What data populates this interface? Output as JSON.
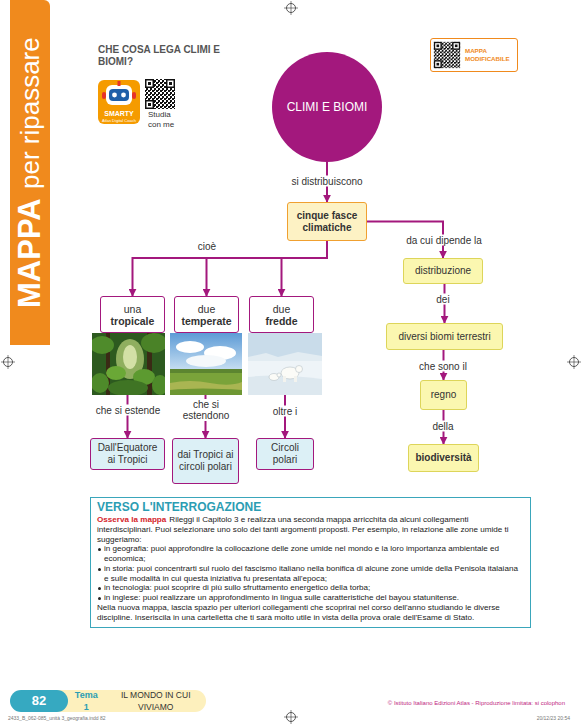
{
  "diagram": {
    "title": "CHE COSA LEGA CLIMI E BIOMI?",
    "nodes": [
      {
        "text": [
          "MAPPA",
          "per ripassare"
        ]
      },
      {
        "text": [
          "MAPPA MODIFICABILE"
        ]
      },
      {
        "text": [
          "CLIMI E BIOMI"
        ]
      },
      {
        "text": [
          "cinque fasce climatiche"
        ]
      },
      {
        "text": [
          "una",
          "tropicale"
        ]
      },
      {
        "text": [
          "due",
          "temperate"
        ]
      },
      {
        "text": [
          "due",
          "fredde"
        ]
      },
      {
        "text": [
          "distribuzione"
        ]
      },
      {
        "text": [
          "diversi biomi terrestri"
        ]
      },
      {
        "text": [
          "regno"
        ]
      },
      {
        "text": [
          "biodiversità"
        ]
      },
      {
        "text": [
          "Dall'Equatore ai Tropici"
        ]
      },
      {
        "text": [
          "dai Tropici ai circoli polari"
        ]
      },
      {
        "text": [
          "Circoli polari"
        ]
      },
      {
        "text": [
          "VERSO L'INTERROGAZIONE",
          "Osserva la mappa",
          "Rileggi il Capitolo 3 e realizza una seconda mappa arricchita da alcuni collegamenti interdisciplinari. Puoi selezionare uno solo dei tanti argomenti proposti. Per esempio, in relazione alle zone umide ti suggeriamo:",
          "in geografia: puoi approfondire la collocazione delle zone umide nel mondo e la loro importanza ambientale ed economica;",
          "in storia: puoi concentrarti sul ruolo del fascismo italiano nella bonifica di alcune zone umide della Penisola italaiana e sulle modalità in cui questa iniziativa fu presentata all'epoca;",
          "in tecnologia: puoi scoprire di più sullo sfruttamento energetico della torba;",
          "in inglese: puoi realizzare un approfondimento in lingua sulle caratteristiche del bayou statunitense.",
          "Nella nuova mappa, lascia spazio per ulteriori collegamenti che scoprirai nel corso dell'anno studiando le diverse discipline. Inseriscila in una cartelletta che ti sarà molto utile in vista della prova orale dell'Esame di Stato."
        ]
      },
      {
        "text": [
          "82"
        ]
      },
      {
        "text": [
          "Tema 1",
          "IL MONDO IN CUI VIVIAMO"
        ]
      }
    ],
    "edges": [
      {
        "from": 2,
        "to": 3,
        "label": "si distribuiscono",
        "arrow": "to"
      },
      {
        "from": 3,
        "to": 4,
        "label": "cioè",
        "arrow": "to"
      },
      {
        "from": 3,
        "to": 5,
        "arrow": "to"
      },
      {
        "from": 3,
        "to": 6,
        "arrow": "to"
      },
      {
        "from": 3,
        "to": 7,
        "label": "da cui dipende la",
        "arrow": "to"
      },
      {
        "from": 7,
        "to": 8,
        "label": "dei",
        "arrow": "to"
      },
      {
        "from": 8,
        "to": 9,
        "label": "che sono il",
        "arrow": "to"
      },
      {
        "from": 9,
        "to": 10,
        "label": "della",
        "arrow": "to"
      },
      {
        "from": 4,
        "to": 11,
        "label": "che si estende",
        "arrow": "to"
      },
      {
        "from": 5,
        "to": 12,
        "label": "che si estendono",
        "arrow": "to"
      },
      {
        "from": 6,
        "to": 13,
        "label": "oltre i",
        "arrow": "to"
      }
    ],
    "labels": [
      "SMARTY",
      "Atlas Digital Coach",
      "Studia con me",
      "© Istituto Italiano Edizioni Atlas - Riproduzione limitata: si colophon",
      "2433_B_062-085_unità 3_geografia.indd 82",
      "20/12/23 20:54"
    ]
  }
}
